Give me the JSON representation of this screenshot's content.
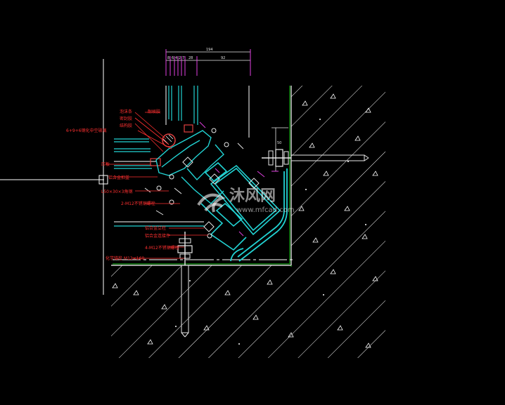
{
  "colors": {
    "background": "#000000",
    "wall_lines": "#ffffff",
    "profile_cyan": "#22d3d3",
    "labels_red": "#ff3030",
    "dim_magenta": "#e040e0",
    "edge_green": "#22cc22",
    "bolts_white": "#e8e8e8"
  },
  "dimensions": {
    "total": "194",
    "right_segment": "92",
    "small_a": "8",
    "small_b": "6",
    "small_c": "4",
    "small_d": "2",
    "small_e": "7",
    "small_f": "28",
    "vertical": "50"
  },
  "labels": {
    "l1": "泡沫条",
    "l2": "耐候胶",
    "l3": "密封胶",
    "l4": "6+9+6钢化中空玻璃",
    "l5": "结构胶",
    "l6": "压板",
    "l7": "铝合金扣盖",
    "l8": "L50×30×3角钢",
    "l9": "2-M12不锈钢螺栓",
    "l10": "铝合金立柱",
    "l11": "铝合金连接件",
    "l12": "4-M12不锈钢螺栓",
    "l13": "化学锚栓 M12×160"
  },
  "watermark": {
    "brand": "沐风网",
    "url": "www.mfcad.com"
  }
}
